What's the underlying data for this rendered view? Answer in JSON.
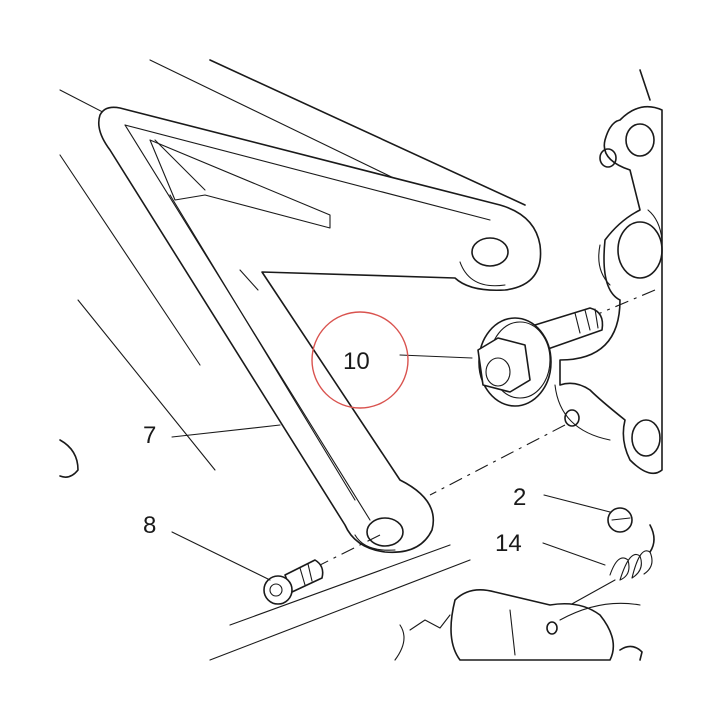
{
  "callouts": {
    "c2": "2",
    "c7": "7",
    "c8": "8",
    "c10": "10",
    "c14": "14"
  },
  "highlight": {
    "color": "#d9534f",
    "target": "10"
  }
}
